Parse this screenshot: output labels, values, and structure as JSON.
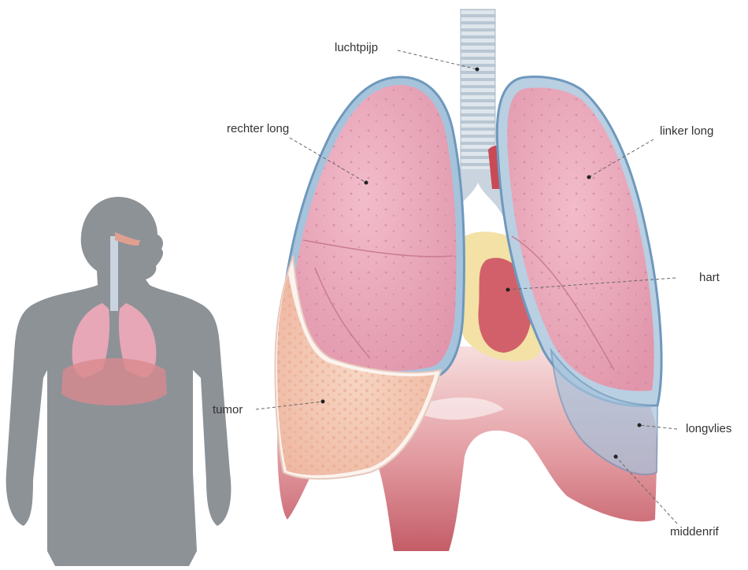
{
  "labels": {
    "trachea": "luchtpijp",
    "right_lung": "rechter long",
    "left_lung": "linker long",
    "heart": "hart",
    "tumor": "tumor",
    "pleura": "longvlies",
    "diaphragm": "middenrif"
  },
  "colors": {
    "silhouette": "#8d9297",
    "lung": "#e8a7b6",
    "pleura": "#7fa6c9",
    "tumor": "#f3c8b0",
    "heart": "#d2606a",
    "heart_fat": "#f3e1a6",
    "diaphragm": "#cf6f78",
    "trachea": "#c9d4de"
  }
}
